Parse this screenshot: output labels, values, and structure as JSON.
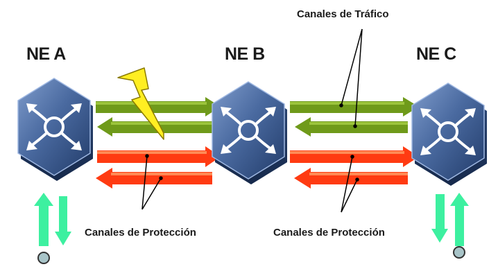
{
  "nodes": [
    {
      "id": "ne-a",
      "label": "NE A"
    },
    {
      "id": "ne-b",
      "label": "NE B"
    },
    {
      "id": "ne-c",
      "label": "NE C"
    }
  ],
  "labels": {
    "traffic": "Canales de Tráfico",
    "protection_left": "Canales de Protección",
    "protection_right": "Canales de Protección"
  },
  "colors": {
    "traffic_channel": "#6f9a1a",
    "protection_channel": "#ff3b12",
    "tributary": "#3df0a0",
    "switch_body": "#3e5f92",
    "fault_bolt": "#ffee22"
  },
  "icons": {
    "switch": "cross-connect-switch-icon",
    "fault": "lightning-bolt-icon",
    "endpoint": "circle-endpoint-icon"
  }
}
